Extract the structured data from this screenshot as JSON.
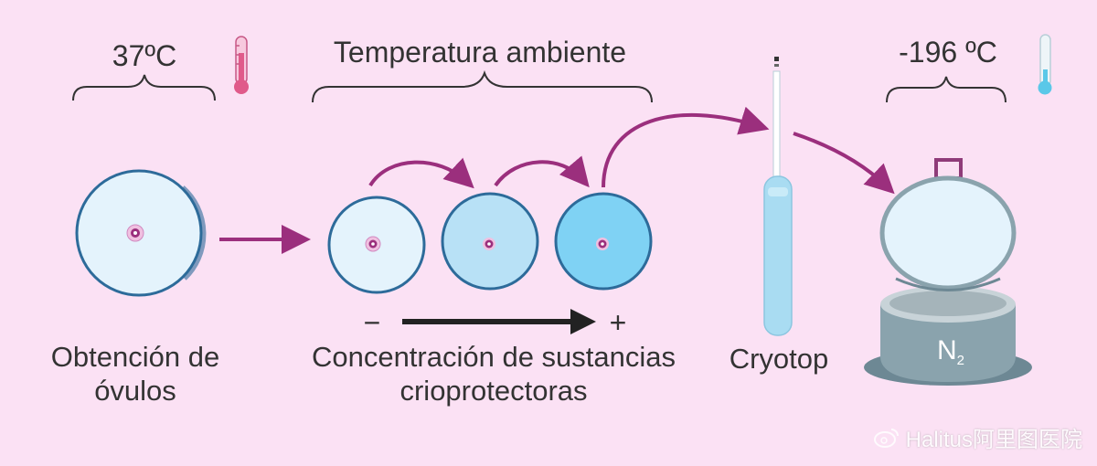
{
  "labels": {
    "temp_body": "37ºC",
    "temp_room": "Temperatura ambiente",
    "temp_nitrogen": "-196 ºC",
    "stage_obtain_line1": "Obtención de",
    "stage_obtain_line2": "óvulos",
    "stage_concentration_line1": "Concentración de sustancias",
    "stage_concentration_line2": "crioprotectoras",
    "stage_cryotop": "Cryotop",
    "tank_label": "N",
    "tank_label_sub": "2",
    "gradient_minus": "−",
    "gradient_plus": "+"
  },
  "watermark": "Halitus阿里图医院",
  "colors": {
    "background": "#fbe1f4",
    "arrow": "#9b2f7d",
    "dish_rim": "#2d6b9a",
    "thermo_warm": "#e05a8a",
    "thermo_cold": "#5ac8e8",
    "tank": "#8aa3ad"
  }
}
